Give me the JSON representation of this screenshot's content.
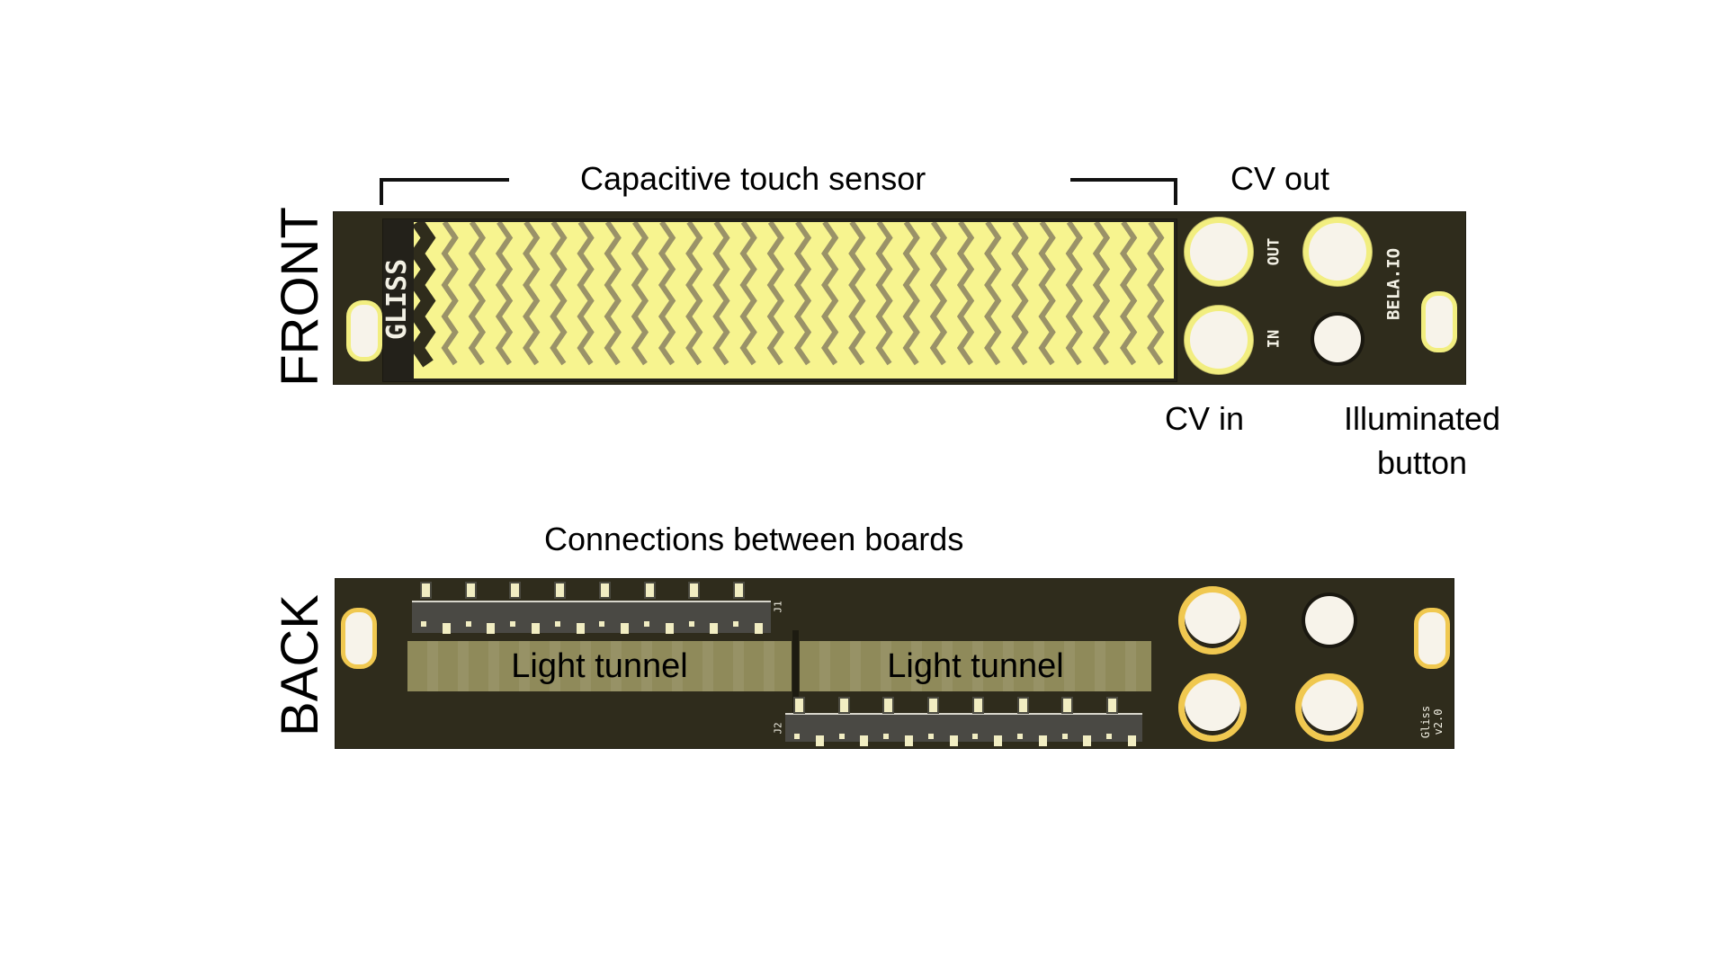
{
  "labels": {
    "front": "FRONT",
    "back": "BACK",
    "capacitive_touch_sensor": "Capacitive touch sensor",
    "cv_out": "CV out",
    "cv_in": "CV in",
    "illuminated_button_line1": "Illuminated",
    "illuminated_button_line2": "button",
    "connections_between_boards": "Connections between boards"
  },
  "front_board": {
    "silkscreen_name": "GLISS",
    "jack_out_label": "OUT",
    "jack_in_label": "IN",
    "brand": "BELA.IO",
    "sensor_stripe_count": 28
  },
  "back_board": {
    "light_tunnels": [
      "Light tunnel",
      "Light tunnel"
    ],
    "connector_j1": "J1",
    "connector_j2": "J2",
    "version_line1": "Gliss",
    "version_line2": "v2.0"
  },
  "colors": {
    "pcb": "#2f2c1c",
    "sensor_yellow": "#f7f48f",
    "sensor_stripe": "#9a9268",
    "front_ring": "#f2ee80",
    "back_ring": "#f0c850",
    "tunnel": "#8f8a5a"
  }
}
